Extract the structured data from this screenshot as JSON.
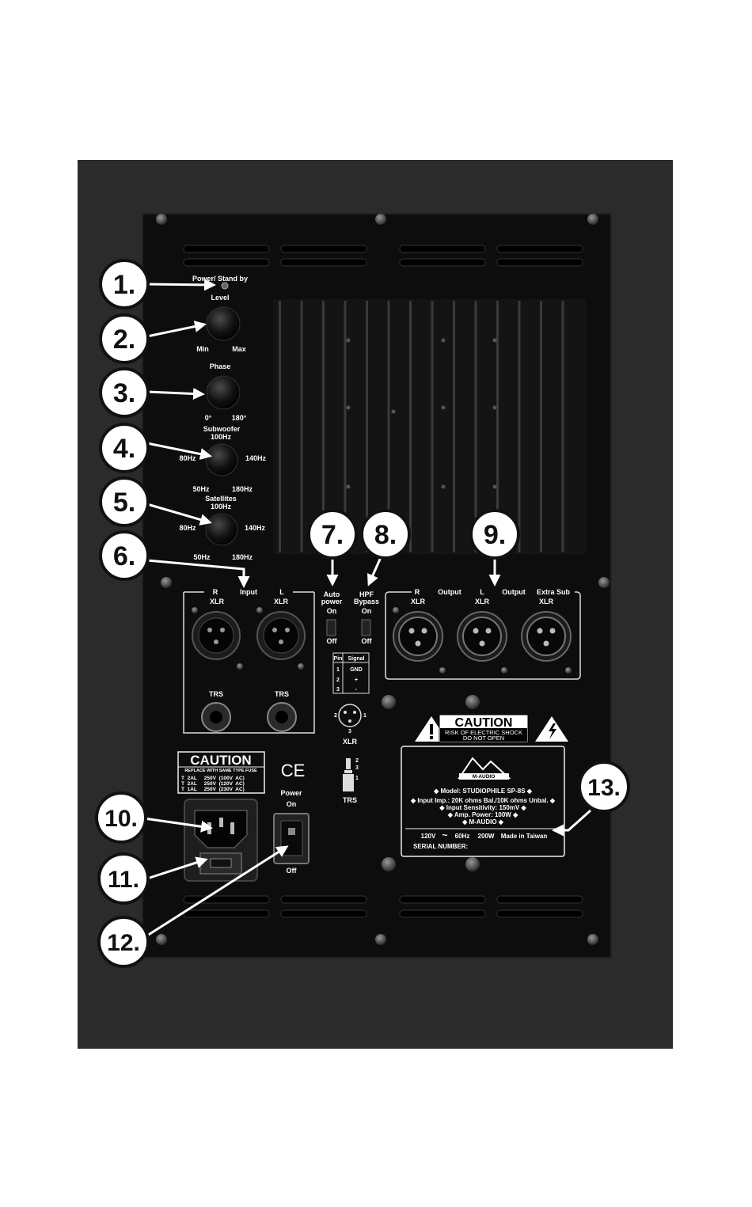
{
  "callouts": [
    "1.",
    "2.",
    "3.",
    "4.",
    "5.",
    "6.",
    "7.",
    "8.",
    "9.",
    "10.",
    "11.",
    "12.",
    "13."
  ],
  "controls": {
    "power_standby": "Power/ Stand by",
    "level": "Level",
    "level_min": "Min",
    "level_max": "Max",
    "phase": "Phase",
    "phase_0": "0°",
    "phase_180": "180°",
    "subwoofer": "Subwoofer",
    "sub_100": "100Hz",
    "sub_80": "80Hz",
    "sub_140": "140Hz",
    "sub_50": "50Hz",
    "sub_180": "180Hz",
    "satellites": "Satellites",
    "sat_100": "100Hz",
    "sat_80": "80Hz",
    "sat_140": "140Hz",
    "sat_50": "50Hz",
    "sat_180": "180Hz"
  },
  "input": {
    "r": "R",
    "title": "Input",
    "l": "L",
    "xlr_r": "XLR",
    "xlr_l": "XLR",
    "trs_r": "TRS",
    "trs_l": "TRS"
  },
  "switches": {
    "auto": "Auto",
    "power": "power",
    "auto_on": "On",
    "auto_off": "Off",
    "hpf": "HPF",
    "bypass": "Bypass",
    "hpf_on": "On",
    "hpf_off": "Off"
  },
  "pin_table": {
    "header_pin": "Pin",
    "header_signal": "Signal",
    "rows": [
      [
        "1",
        "GND"
      ],
      [
        "2",
        "+"
      ],
      [
        "3",
        "-"
      ]
    ]
  },
  "xlr_diagram": {
    "p2": "2",
    "p1": "1",
    "p3": "3",
    "label": "XLR"
  },
  "trs_diagram": {
    "p2": "2",
    "p3": "3",
    "p1": "1",
    "label": "TRS"
  },
  "output": {
    "r": "R",
    "output1": "Output",
    "l": "L",
    "output2": "Output",
    "extra_sub": "Extra Sub",
    "xlr1": "XLR",
    "xlr2": "XLR",
    "xlr3": "XLR"
  },
  "fuse_caution": {
    "title": "CAUTION",
    "subtitle": "REPLACE WITH SAME TYPE FUSE",
    "rows": [
      "T  2AL     250V  (100V  AC)",
      "T  2AL     250V  (120V  AC)",
      "T  1AL     250V  (230V  AC)"
    ],
    "ce": "CE"
  },
  "power_switch": {
    "power": "Power",
    "on": "On",
    "off": "Off"
  },
  "shock_caution": {
    "title": "CAUTION",
    "line1": "RISK OF ELECTRIC SHOCK",
    "line2": "DO NOT OPEN"
  },
  "nameplate": {
    "brand_logo": "M-AUDIO",
    "model": "◆ Model:  STUDIOPHILE  SP-8S ◆",
    "input_imp": "◆ Input  Imp.:  20K ohms  Bal./10K ohms Unbal. ◆",
    "sensitivity": "◆ Input  Sensitivity:  150mV ◆",
    "amp_power": "◆ Amp.  Power:  100W ◆",
    "brand": "◆ M-AUDIO ◆",
    "voltage": "120V",
    "tilde": "~",
    "freq": "60Hz",
    "watts": "200W",
    "made_in": "Made in Taiwan",
    "serial": "SERIAL NUMBER:"
  },
  "colors": {
    "cabinet": "#2b2b2b",
    "panel": "#0d0d0d",
    "heatsink": "#141414",
    "fin": "#3a3a3a",
    "callout_fill": "#ffffff",
    "callout_text": "#111111",
    "label": "#ffffff"
  }
}
